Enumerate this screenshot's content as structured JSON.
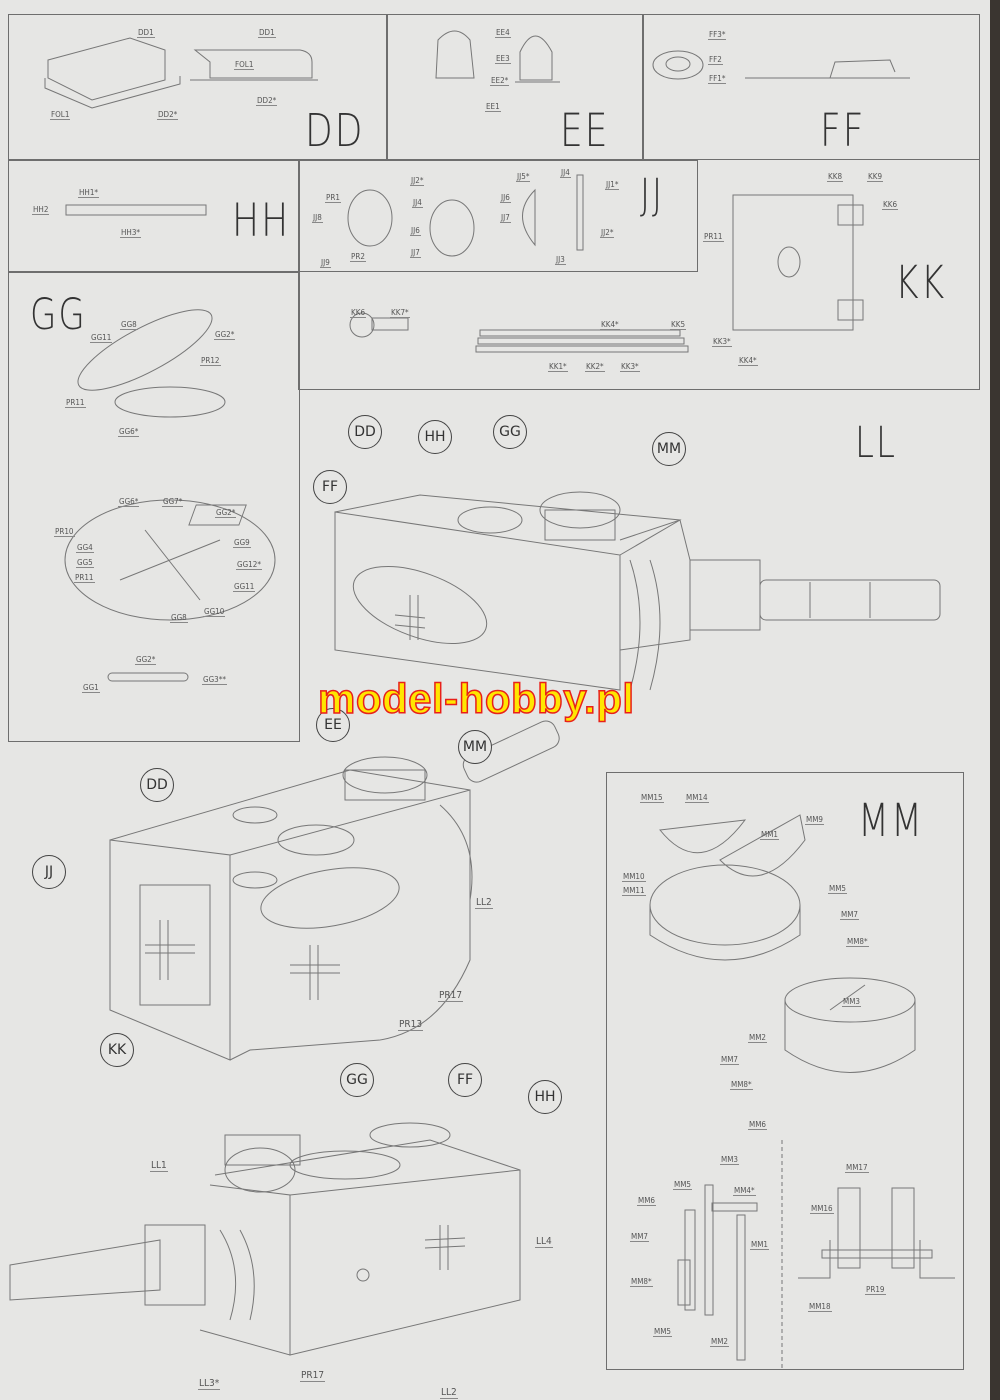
{
  "sections": {
    "DD": {
      "title": "DD",
      "labels": [
        "DD1",
        "FOL1",
        "DD2*",
        "DD1",
        "FOL1",
        "DD2*"
      ]
    },
    "EE": {
      "title": "EE",
      "labels": [
        "EE4",
        "EE3",
        "EE2*",
        "EE1"
      ]
    },
    "FF": {
      "title": "FF",
      "labels": [
        "FF3*",
        "FF2",
        "FF1*"
      ]
    },
    "HH": {
      "title": "HH",
      "labels": [
        "HH1*",
        "HH2",
        "HH3*"
      ]
    },
    "JJ": {
      "title": "JJ",
      "labels": [
        "PR1",
        "JJ8",
        "JJ9",
        "PR2",
        "JJ2*",
        "JJ4",
        "JJ6",
        "JJ7",
        "JJ5*",
        "JJ4",
        "JJ6",
        "JJ7",
        "JJ1*",
        "JJ2*",
        "JJ3"
      ]
    },
    "KK": {
      "title": "KK",
      "labels": [
        "KK6",
        "KK7*",
        "KK4*",
        "KK5",
        "KK1*",
        "KK2*",
        "KK3*",
        "PR11",
        "KK8",
        "KK9",
        "KK6",
        "KK3*",
        "KK4*"
      ]
    },
    "GG": {
      "title": "GG",
      "labels_top": [
        "GG8",
        "GG11",
        "GG2*",
        "PR12",
        "PR11",
        "GG6*"
      ],
      "labels_mid": [
        "GG6*",
        "GG7*",
        "GG2*",
        "PR10",
        "GG4",
        "GG5",
        "PR11",
        "GG9",
        "GG12*",
        "GG11",
        "GG10",
        "GG8"
      ],
      "labels_bottom": [
        "GG2*",
        "GG1",
        "GG3**"
      ]
    },
    "LL": {
      "title": "LL",
      "callouts": [
        "DD",
        "HH",
        "GG",
        "MM",
        "FF"
      ]
    },
    "MM": {
      "title": "MM",
      "labels_top": [
        "MM15",
        "MM14",
        "MM1",
        "MM9",
        "MM10",
        "MM11",
        "MM5",
        "MM7",
        "MM8*"
      ],
      "labels_mid": [
        "MM3",
        "MM2",
        "MM7",
        "MM8*",
        "MM6"
      ],
      "labels_sec_left": [
        "MM3",
        "MM5",
        "MM4*",
        "MM6",
        "MM7",
        "MM1",
        "MM8*",
        "MM5",
        "MM2"
      ],
      "labels_sec_right": [
        "MM17",
        "MM16",
        "PR19",
        "MM18"
      ]
    }
  },
  "assembly_1": {
    "callouts": [
      "EE",
      "MM",
      "DD",
      "JJ",
      "KK"
    ],
    "labels": [
      "LL2",
      "PR17",
      "PR13"
    ]
  },
  "assembly_2": {
    "callouts": [
      "GG",
      "FF",
      "HH"
    ],
    "labels": [
      "LL1",
      "LL4",
      "LL3*",
      "PR17",
      "LL2"
    ]
  },
  "watermark": "model-hobby.pl"
}
